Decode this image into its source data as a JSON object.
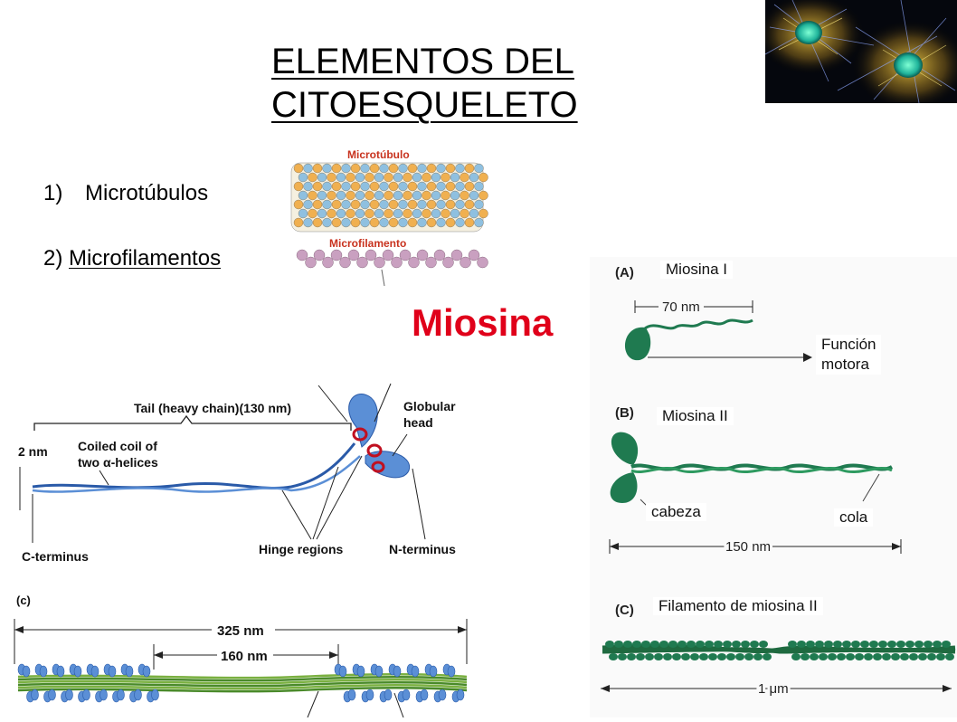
{
  "title_line1": "ELEMENTOS DEL",
  "title_line2": "CITOESQUELETO",
  "list": {
    "item1_num": "1)",
    "item1_label": "Microtúbulos",
    "item2_num": "2)",
    "item2_label": "Microfilamentos"
  },
  "inset": {
    "microtubule_label": "Microtúbulo",
    "microfilament_label": "Microfilamento"
  },
  "miosina_title": "Miosina",
  "myosin_panels": {
    "a_tag": "(A)",
    "a_label": "Miosina I",
    "a_length": "70 nm",
    "a_function_line1": "Función",
    "a_function_line2": "motora",
    "b_tag": "(B)",
    "b_label": "Miosina II",
    "b_head": "cabeza",
    "b_tail": "cola",
    "b_length": "150 nm",
    "c_tag": "(C)",
    "c_label": "Filamento de miosina II",
    "c_length": "1 μm"
  },
  "detail_diagram": {
    "tail_label": "Tail (heavy chain)(130 nm)",
    "globular_line1": "Globular",
    "globular_line2": "head",
    "width_label": "2 nm",
    "coiled_line1": "Coiled coil of",
    "coiled_line2": "two α-helices",
    "c_terminus": "C-terminus",
    "hinge": "Hinge regions",
    "n_terminus": "N-terminus"
  },
  "filament_diagram": {
    "tag": "(c)",
    "total_length": "325 nm",
    "bare_zone": "160 nm"
  },
  "colors": {
    "title_red": "#e0001a",
    "myosin_green": "#2e8b57",
    "myosin_blue": "#5b8fd6",
    "microtubule_orange": "#f0b050",
    "microtubule_blue": "#8fc0e0",
    "actin_pink": "#c9a0c0"
  },
  "icons": {
    "photo": "fluorescent-cytoskeleton-photo"
  }
}
